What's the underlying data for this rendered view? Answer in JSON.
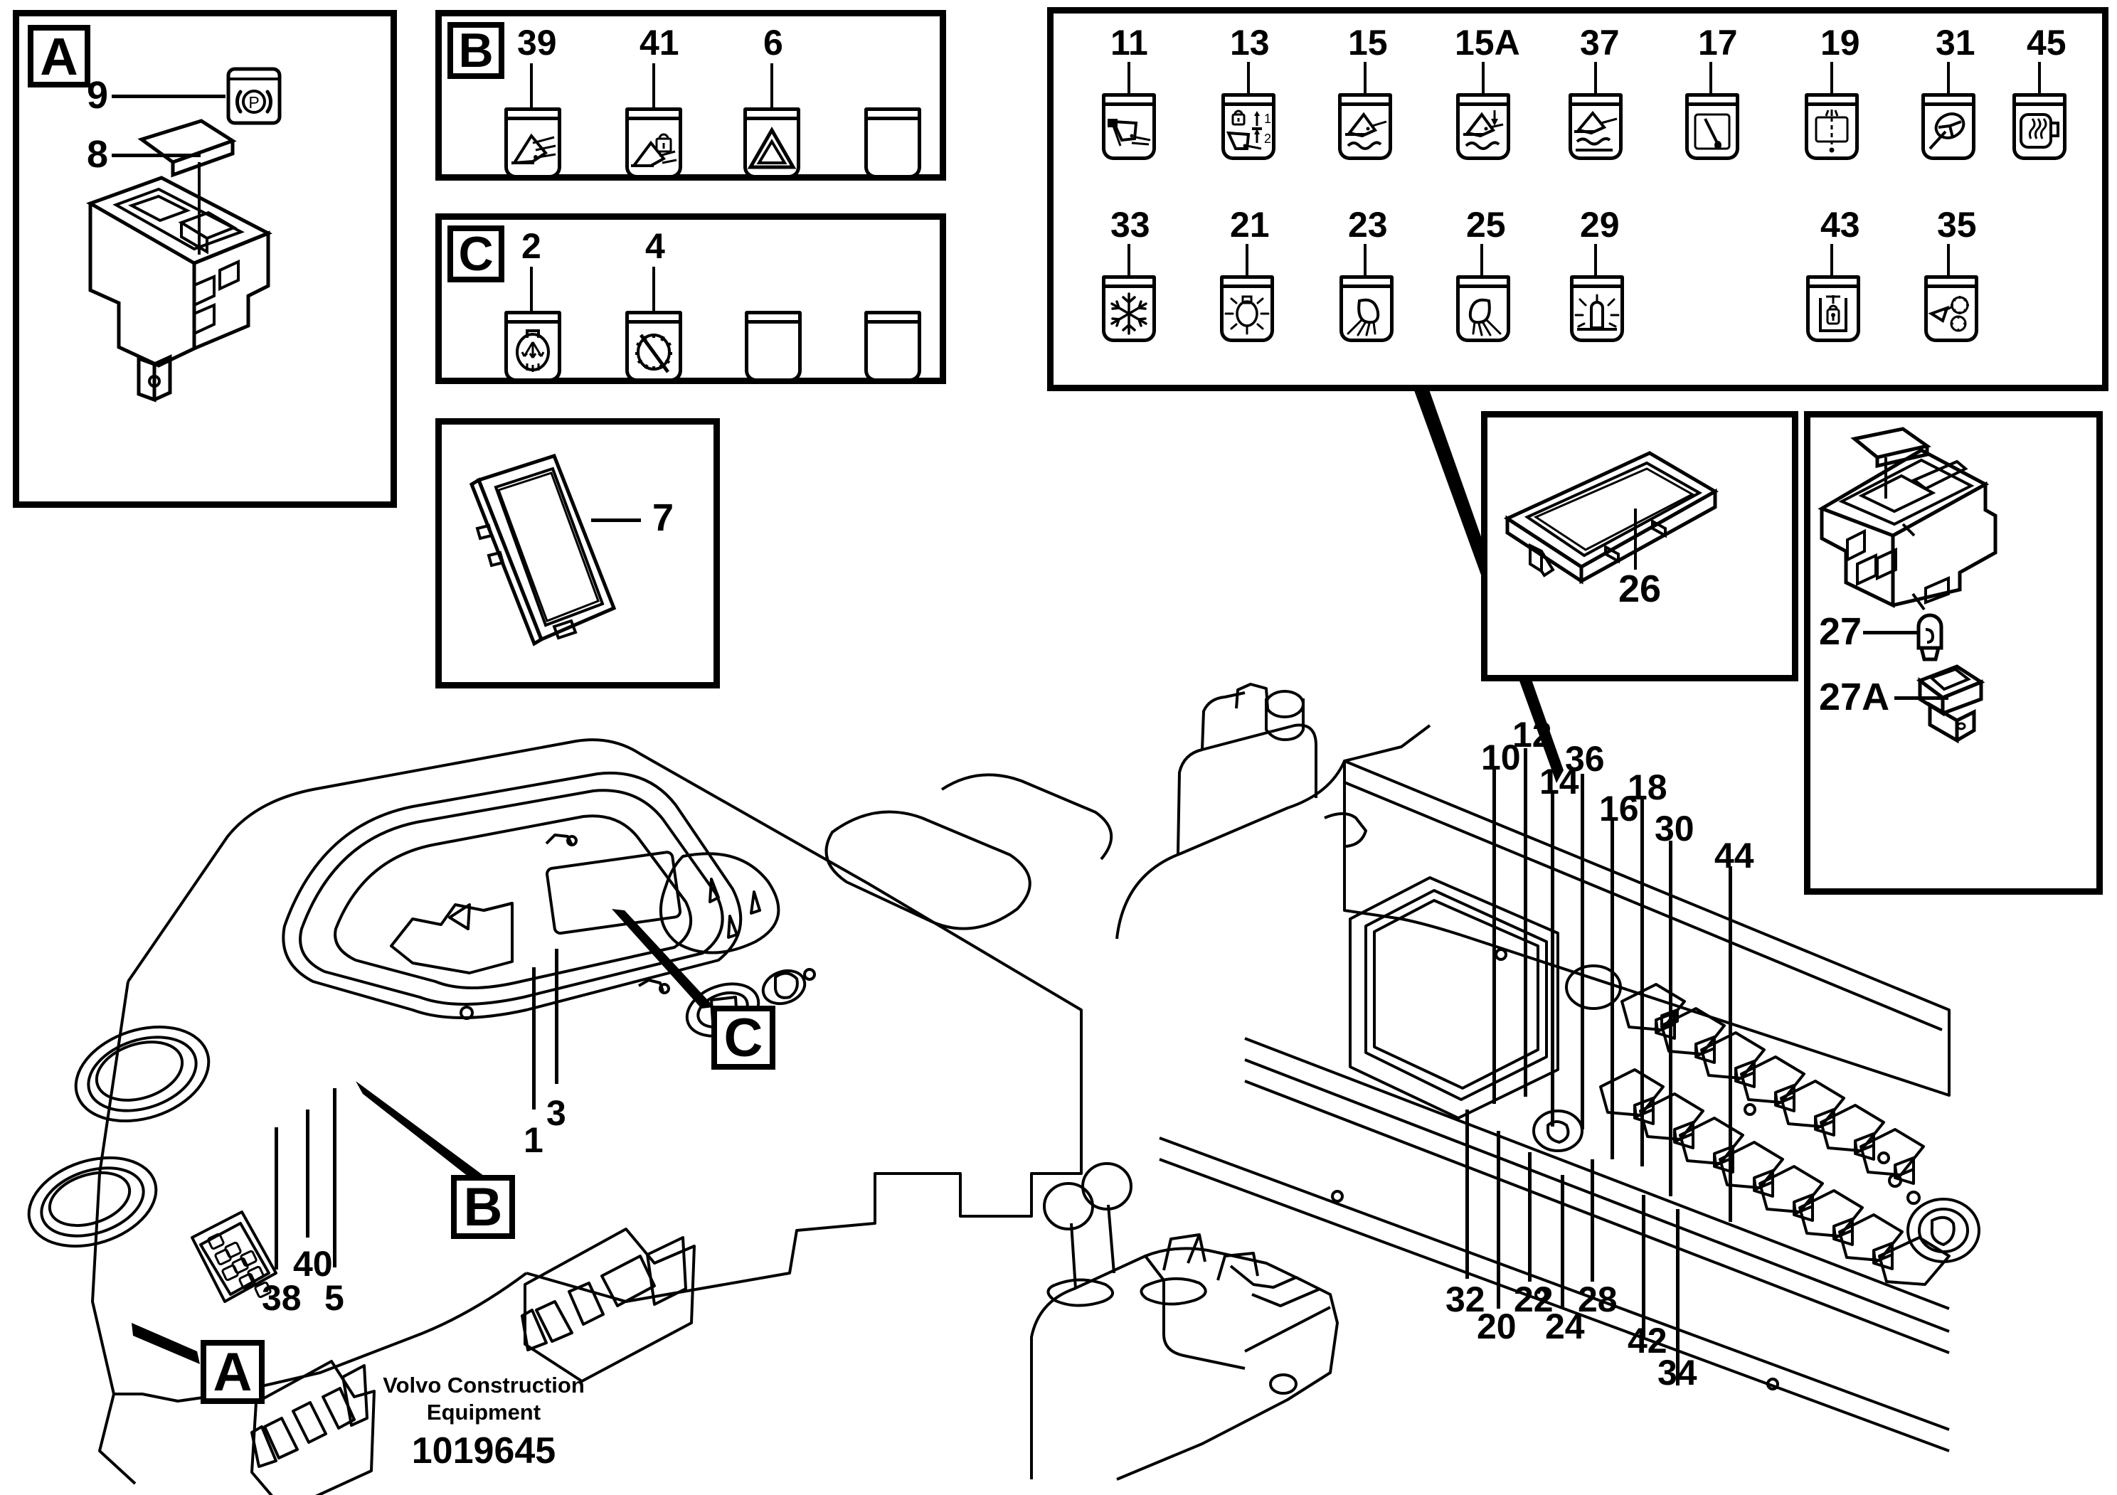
{
  "document": {
    "manufacturer_line1": "Volvo Construction",
    "manufacturer_line2": "Equipment",
    "drawing_number": "1019645"
  },
  "section_tags": {
    "a": "A",
    "b": "B",
    "c": "C"
  },
  "panel_a": {
    "tag": "A",
    "callouts": [
      {
        "number": "9",
        "target": "parking-brake-switch-cap"
      },
      {
        "number": "8",
        "target": "rocker-switch-assembly"
      }
    ],
    "icon_name": "parking-brake-p-icon"
  },
  "panel_b": {
    "tag": "B",
    "switches": [
      {
        "number": "39",
        "icon": "bucket-shake-icon"
      },
      {
        "number": "41",
        "icon": "bucket-lock-icon"
      },
      {
        "number": "6",
        "icon": "hazard-triangle-icon"
      },
      {
        "number": "",
        "icon": "blank-switch-icon"
      }
    ]
  },
  "panel_c": {
    "tag": "C",
    "switches": [
      {
        "number": "2",
        "icon": "cab-air-recirculation-icon"
      },
      {
        "number": "4",
        "icon": "fan-disabled-icon"
      },
      {
        "number": "",
        "icon": "blank-switch-icon"
      },
      {
        "number": "",
        "icon": "blank-switch-icon"
      }
    ]
  },
  "panel_display": {
    "callouts": [
      {
        "number": "7",
        "target": "display-unit"
      }
    ]
  },
  "panel_switch_legend": {
    "row1": [
      {
        "number": "11",
        "icon": "bucket-tilt-icon"
      },
      {
        "number": "13",
        "icon": "bucket-lock-lift-12-icon"
      },
      {
        "number": "15",
        "icon": "bucket-float-wave-icon"
      },
      {
        "number": "15A",
        "icon": "bucket-lower-wave-icon"
      },
      {
        "number": "37",
        "icon": "bucket-level-wave-icon"
      },
      {
        "number": "17",
        "icon": "gauge-needle-icon"
      },
      {
        "number": "19",
        "icon": "cab-ventilation-icon"
      },
      {
        "number": "31",
        "icon": "steering-wheel-icon"
      },
      {
        "number": "45",
        "icon": "seat-heater-icon"
      }
    ],
    "row2": [
      {
        "number": "33",
        "icon": "snowflake-ac-icon"
      },
      {
        "number": "21",
        "icon": "lamp-work-light-icon"
      },
      {
        "number": "23",
        "icon": "headlight-beam-right-icon"
      },
      {
        "number": "25",
        "icon": "headlight-beam-left-icon"
      },
      {
        "number": "29",
        "icon": "rotating-beacon-icon"
      },
      {
        "number": "43",
        "icon": "door-lock-icon"
      },
      {
        "number": "35",
        "icon": "bucket-gear-timer-icon"
      }
    ]
  },
  "panel_26": {
    "callouts": [
      {
        "number": "26",
        "target": "blank-switch-cover"
      }
    ]
  },
  "panel_27": {
    "callouts": [
      {
        "number": "27",
        "target": "bulb"
      },
      {
        "number": "27A",
        "target": "bulb-holder"
      }
    ]
  },
  "dash_left": {
    "callouts": [
      {
        "number": "1"
      },
      {
        "number": "3"
      },
      {
        "number": "38"
      },
      {
        "number": "40"
      },
      {
        "number": "5"
      }
    ],
    "section_refs": [
      "A",
      "B",
      "C"
    ]
  },
  "dash_right": {
    "callouts_top": [
      "10",
      "12",
      "14",
      "36",
      "16",
      "18",
      "30",
      "44"
    ],
    "callouts_bottom": [
      "32",
      "20",
      "22",
      "24",
      "28",
      "42",
      "34"
    ]
  },
  "colors": {
    "line": "#000000",
    "background": "#ffffff"
  }
}
